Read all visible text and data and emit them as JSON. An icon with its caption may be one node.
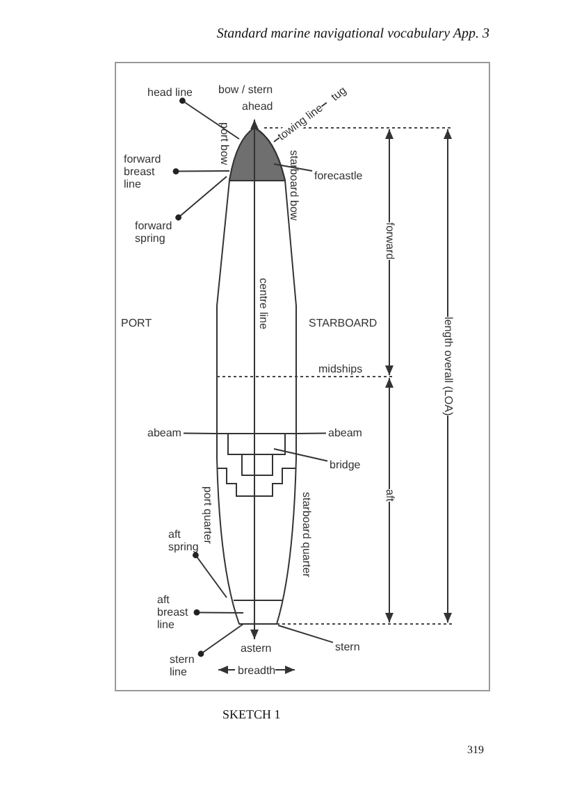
{
  "diagram": {
    "title": "Standard marine navigational vocabulary App. 3",
    "caption": "SKETCH 1",
    "nodes": [
      {
        "text": [
          "head line"
        ]
      },
      {
        "text": [
          "tug"
        ]
      },
      {
        "text": [
          "forward breast line"
        ]
      },
      {
        "text": [
          "forward spring"
        ]
      },
      {
        "text": [
          "forecastle"
        ]
      },
      {
        "text": [
          "abeam"
        ]
      },
      {
        "text": [
          "abeam"
        ]
      },
      {
        "text": [
          "bridge"
        ]
      },
      {
        "text": [
          "aft spring"
        ]
      },
      {
        "text": [
          "aft breast line"
        ]
      },
      {
        "text": [
          "stern line"
        ]
      },
      {
        "text": [
          "stern"
        ]
      },
      {
        "text": [],
        "shape": "picture"
      }
    ],
    "edges": [
      {
        "from": 0,
        "to": 12,
        "arrow": "other"
      },
      {
        "from": 1,
        "to": 12,
        "arrow": "none",
        "label": "towing line"
      },
      {
        "from": 2,
        "to": 12,
        "arrow": "other"
      },
      {
        "from": 3,
        "to": 12,
        "arrow": "other"
      },
      {
        "from": 4,
        "to": 12,
        "arrow": "none"
      },
      {
        "from": 5,
        "to": 12,
        "arrow": "none"
      },
      {
        "from": 6,
        "to": 12,
        "arrow": "none"
      },
      {
        "from": 7,
        "to": 12,
        "arrow": "none"
      },
      {
        "from": 8,
        "to": 12,
        "arrow": "other"
      },
      {
        "from": 9,
        "to": 12,
        "arrow": "other"
      },
      {
        "from": 10,
        "to": 12,
        "arrow": "other"
      },
      {
        "from": 11,
        "to": 12,
        "arrow": "none"
      }
    ],
    "labels": [
      "bow / stern",
      "ahead",
      "port bow",
      "starboard bow",
      "forward",
      "PORT",
      "STARBOARD",
      "centre line",
      "length overall (LOA)",
      "midships",
      "aft",
      "port quarter",
      "starboard quarter",
      "astern",
      "breadth",
      "319"
    ]
  }
}
